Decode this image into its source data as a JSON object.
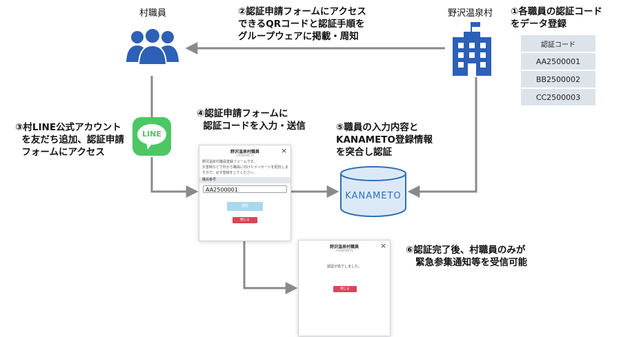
{
  "village_staff_label": "村職員",
  "village_label": "野沢温泉村",
  "steps": {
    "step1": "①各職員の認証コード\nをデータ登録",
    "step2": "②認証申請フォームにアクセス\nできるQRコードと認証手順を\nグループウェアに掲載・周知",
    "step3": "③村LINE公式アカウント\n  を友だち追加、認証申請\n  フォームにアクセス",
    "step4": "④認証申請フォームに\n  認証コードを入力・送信",
    "step5": "⑤職員の入力内容と\nKANAMETO登録情報\nを突合し認証",
    "step6": "⑥認証完了後、村職員のみが\n   緊急参集通知等を受信可能"
  },
  "code_table": {
    "header": "認証コード",
    "rows": [
      "AA2500001",
      "BB2500002",
      "CC2500003"
    ]
  },
  "line_logo_text": "LINE",
  "kanameto_label": "KANAMETO",
  "form1": {
    "title": "野沢温泉村職員",
    "subtitle": "©KANAMETO",
    "close": "×",
    "description": "野沢温泉村職員登録フォームです。\n災害時などで村から職員に向けたメッセージを配信しま\nすので、必ず登録をしてください。",
    "field_label": "職員番号",
    "field_value": "AA2500001",
    "submit_label": "送信",
    "close_button_label": "閉じる"
  },
  "form2": {
    "title": "野沢温泉村職員",
    "subtitle": "©KANAMETO",
    "close": "×",
    "message": "認証が完了しました。",
    "close_button_label": "閉じる"
  },
  "colors": {
    "icon_blue": "#2d60b6",
    "line_green": "#4cc764",
    "arrow_gray": "#8a8a8a",
    "kanameto_blue": "#2f6fb7",
    "cylinder_fill": "#dbe9f7"
  }
}
